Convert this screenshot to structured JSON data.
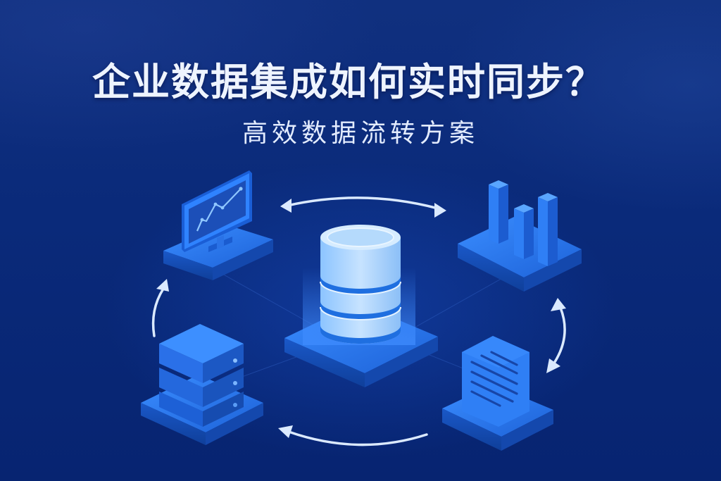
{
  "header": {
    "title": "企业数据集成如何实时同步？",
    "subtitle": "高效数据流转方案"
  },
  "diagram": {
    "center_node": {
      "icon": "database-icon",
      "label": ""
    },
    "nodes": [
      {
        "id": "monitor",
        "icon": "monitor-line-chart-icon",
        "position": "top-left"
      },
      {
        "id": "bar-chart",
        "icon": "bar-chart-icon",
        "position": "top-right"
      },
      {
        "id": "server",
        "icon": "server-stack-icon",
        "position": "bottom-left"
      },
      {
        "id": "document",
        "icon": "document-icon",
        "position": "bottom-right"
      }
    ],
    "arrows": [
      {
        "from": "monitor",
        "to": "bar-chart",
        "type": "bidirectional"
      },
      {
        "from": "bar-chart",
        "to": "document",
        "type": "bidirectional"
      },
      {
        "from": "document",
        "to": "server",
        "type": "one-way"
      },
      {
        "from": "server",
        "to": "monitor",
        "type": "one-way"
      }
    ]
  },
  "colors": {
    "background": "#0b2a78",
    "platform": "#1f6fe0",
    "platform_dark": "#154fb8",
    "database": "#a9d4ff",
    "arrow": "#dbeaff",
    "title": "#eef4ff"
  }
}
